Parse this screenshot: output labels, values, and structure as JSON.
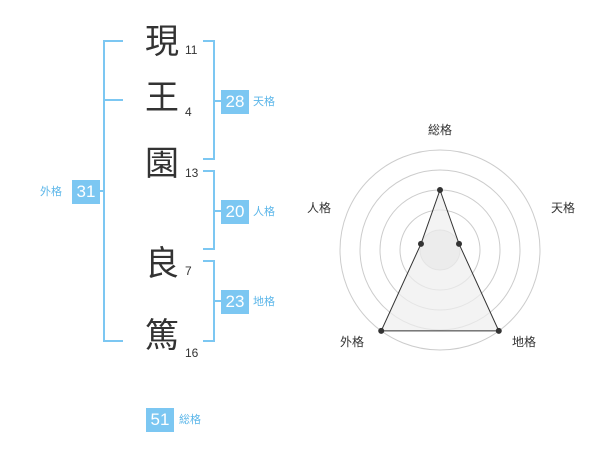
{
  "name": {
    "characters": [
      {
        "char": "現",
        "strokes": "11"
      },
      {
        "char": "王",
        "strokes": "4"
      },
      {
        "char": "園",
        "strokes": "13"
      },
      {
        "char": "良",
        "strokes": "7"
      },
      {
        "char": "篤",
        "strokes": "16"
      }
    ]
  },
  "fortunes": {
    "tenkaku": {
      "value": "28",
      "label": "天格"
    },
    "jinkaku": {
      "value": "20",
      "label": "人格"
    },
    "chikaku": {
      "value": "23",
      "label": "地格"
    },
    "gaikaku": {
      "value": "31",
      "label": "外格"
    },
    "soukaku": {
      "value": "51",
      "label": "総格"
    }
  },
  "radar": {
    "labels": {
      "soukaku": "総格",
      "tenkaku": "天格",
      "chikaku": "地格",
      "gaikaku": "外格",
      "jinkaku": "人格"
    },
    "levels": 5,
    "values": {
      "soukaku": 3,
      "tenkaku": 1,
      "chikaku": 5,
      "gaikaku": 5,
      "jinkaku": 1
    }
  },
  "colors": {
    "accent": "#7cc7f2",
    "label": "#5bb6e9",
    "text": "#333333",
    "grid": "#cccccc",
    "fill": "#eeeeee"
  }
}
